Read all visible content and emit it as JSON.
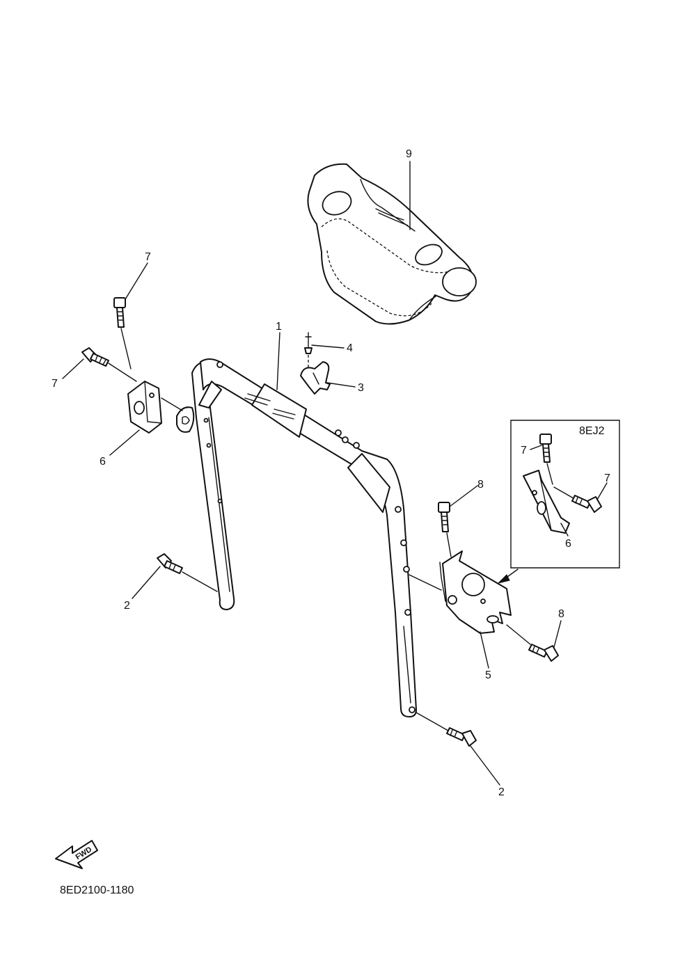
{
  "diagram": {
    "part_code": "8ED2100-1180",
    "direction_label": "FWD",
    "variant_label": "8EJ2",
    "callouts": {
      "c1": "1",
      "c2a": "2",
      "c2b": "2",
      "c3": "3",
      "c4": "4",
      "c5": "5",
      "c6a": "6",
      "c6b": "6",
      "c7a": "7",
      "c7b": "7",
      "c7c": "7",
      "c7d": "7",
      "c8a": "8",
      "c8b": "8",
      "c9": "9"
    }
  }
}
